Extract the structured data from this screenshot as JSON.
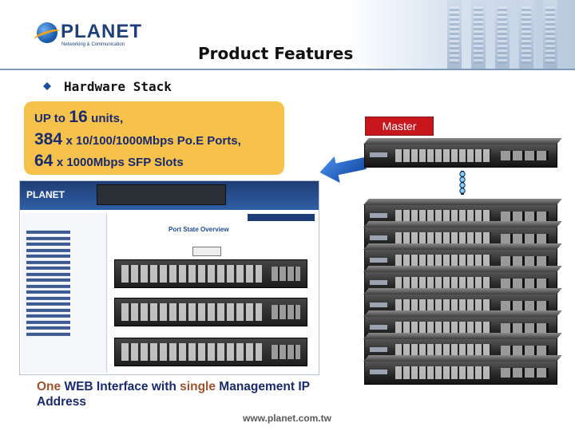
{
  "header": {
    "logo_text": "PLANET",
    "logo_subtitle": "Networking & Communication",
    "title": "Product Features"
  },
  "bullet": {
    "icon": "diamond-bullet-icon",
    "text": "Hardware Stack"
  },
  "features": {
    "line1_prefix": "UP to",
    "line1_number": "16",
    "line1_suffix": "units,",
    "line2_number": "384",
    "line2_text": "x 10/100/1000Mbps Po.E Ports,",
    "line3_number": "64",
    "line3_text": "x 1000Mbps SFP Slots"
  },
  "caption": {
    "word1": "One",
    "text1": "WEB Interface with",
    "word2": "single",
    "text2": "Management IP Address"
  },
  "stack": {
    "master_label": "Master",
    "member_units": 8
  },
  "web_ui": {
    "heading": "Port State Overview"
  },
  "footer": {
    "url": "www.planet.com.tw"
  },
  "colors": {
    "feature_box": "#f6c24c",
    "feature_text": "#1a2a6e",
    "master_label": "#c8161d",
    "arrow": "#1e66d0"
  }
}
